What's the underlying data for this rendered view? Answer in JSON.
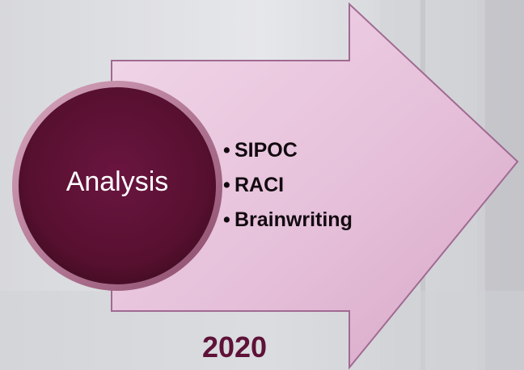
{
  "diagram": {
    "circle_label": "Analysis",
    "items": [
      {
        "bullet": "•",
        "text": "SIPOC"
      },
      {
        "bullet": "•",
        "text": "RACI"
      },
      {
        "bullet": "•",
        "text": "Brainwriting"
      }
    ],
    "year": "2020"
  },
  "colors": {
    "arrow_fill": "#e7c3dc",
    "arrow_stroke": "#a06a92",
    "circle_fill": "#5c1232",
    "circle_edge": "#b87996",
    "year_text": "#5e1238",
    "item_text": "#120a10"
  }
}
